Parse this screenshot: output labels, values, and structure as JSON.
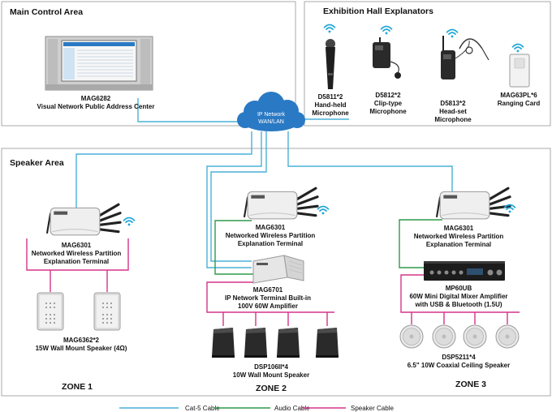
{
  "sections": {
    "main_control": "Main Control Area",
    "exhibition": "Exhibition Hall Explanators",
    "speaker": "Speaker Area"
  },
  "main_device": {
    "model": "MAG6282",
    "desc": "Visual Network Public Address Center"
  },
  "network": {
    "line1": "IP Network",
    "line2": "WAN/LAN"
  },
  "explanators": [
    {
      "model": "D5811*2",
      "line2": "Hand-held",
      "line3": "Microphone"
    },
    {
      "model": "D5812*2",
      "line2": "Clip-type",
      "line3": "Microphone"
    },
    {
      "model": "D5813*2",
      "line2": "Head-set",
      "line3": "Microphone"
    },
    {
      "model": "MAG63PL*6",
      "line2": "Ranging Card",
      "line3": ""
    }
  ],
  "zones": [
    {
      "label": "ZONE 1",
      "terminal": {
        "model": "MAG6301",
        "line2": "Networked Wireless Partition",
        "line3": "Explanation Terminal"
      },
      "speaker": {
        "model": "MAG6362*2",
        "desc": "15W Wall Mount Speaker (4Ω)"
      }
    },
    {
      "label": "ZONE 2",
      "terminal": {
        "model": "MAG6301",
        "line2": "Networked Wireless Partition",
        "line3": "Explanation Terminal"
      },
      "amplifier": {
        "model": "MAG6701",
        "line2": "IP Network Terminal Built-in",
        "line3": "100V 60W Amplifier"
      },
      "speaker": {
        "model": "DSP106II*4",
        "desc": "10W Wall Mount Speaker"
      }
    },
    {
      "label": "ZONE 3",
      "terminal": {
        "model": "MAG6301",
        "line2": "Networked Wireless Partition",
        "line3": "Explanation Terminal"
      },
      "amplifier": {
        "model": "MP60UB",
        "line2": "60W Mini Digital Mixer Amplifier",
        "line3": "with USB & Bluetooth (1.5U)"
      },
      "speaker": {
        "model": "DSP5211*4",
        "desc": "6.5\" 10W Coaxial  Ceiling Speaker"
      }
    }
  ],
  "legend": [
    {
      "label": "Cat-5 Cable",
      "color": "#4ab0d8"
    },
    {
      "label": "Audio Cable",
      "color": "#2e9a4a"
    },
    {
      "label": "Speaker Cable",
      "color": "#d6338a"
    }
  ],
  "colors": {
    "cat5": "#4ab0d8",
    "audio": "#2e9a4a",
    "speaker": "#d6338a",
    "cloud": "#2a79c4",
    "wifi": "#1fa6d8",
    "box_border": "#a8a8a8"
  }
}
